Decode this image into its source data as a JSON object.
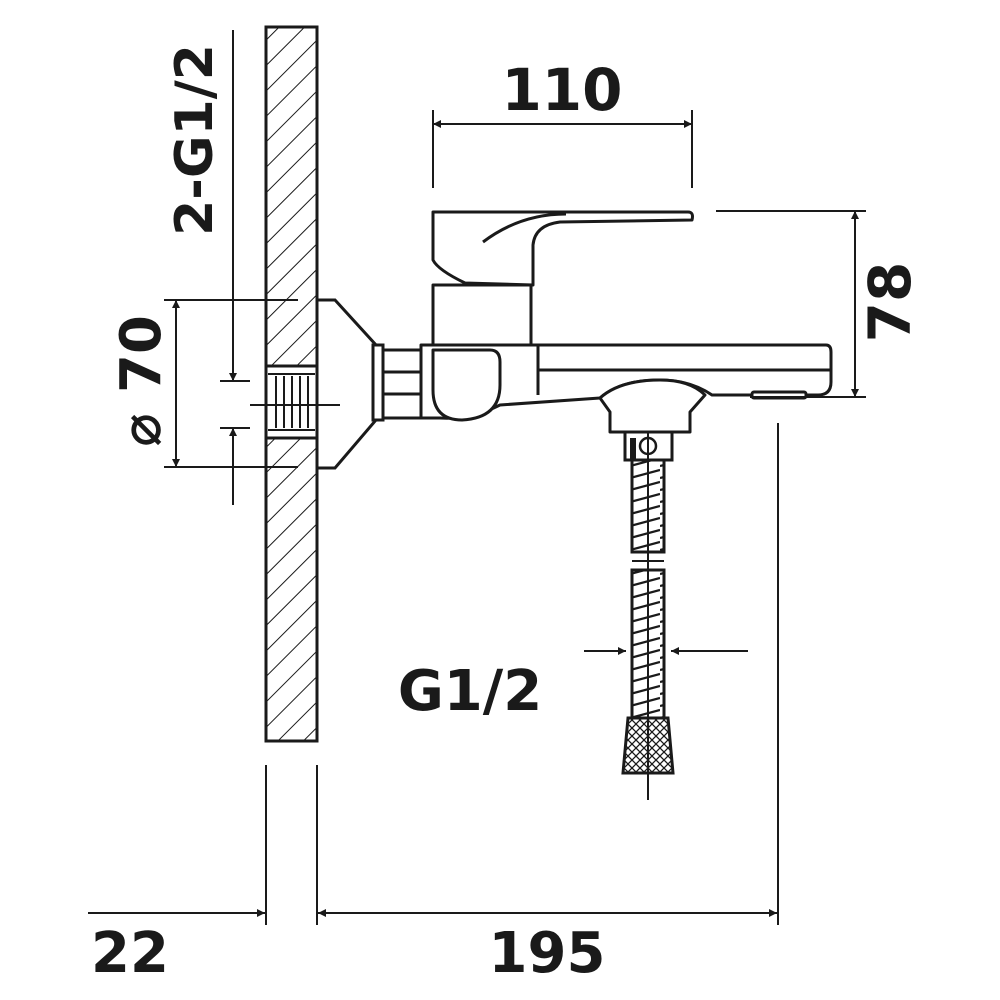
{
  "colors": {
    "ink": "#1a1a1a",
    "background": "#ffffff"
  },
  "dimensions": {
    "spout_width": "110",
    "total_height": "78",
    "connection_thread": "2-G1/2",
    "flange_diameter_symbol": "⌀",
    "flange_diameter": "70",
    "shower_thread": "G1/2",
    "wall_thickness": "22",
    "projection": "195"
  }
}
